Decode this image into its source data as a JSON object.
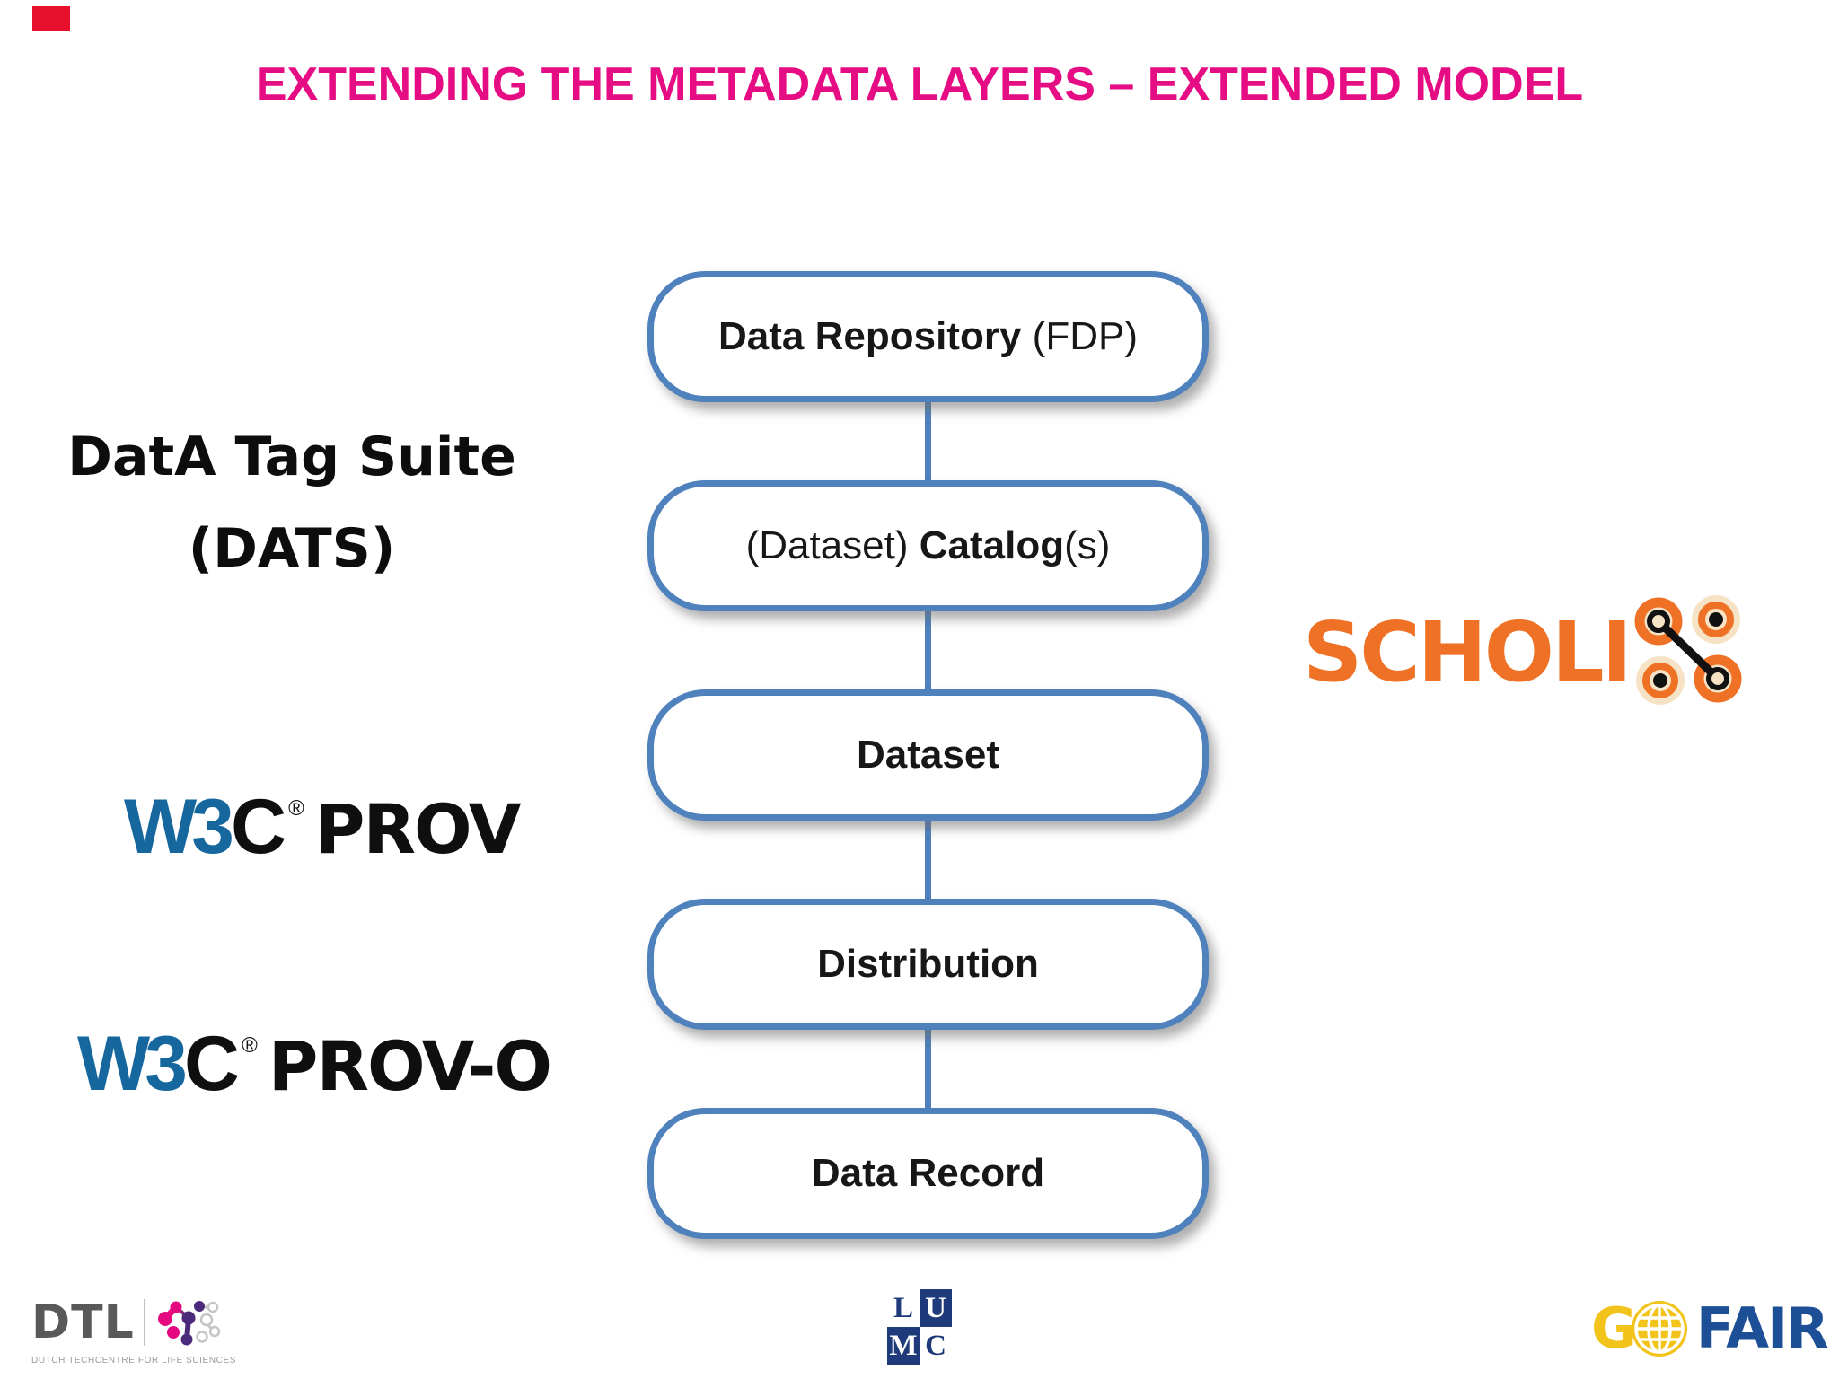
{
  "page": {
    "title": "EXTENDING THE METADATA LAYERS – EXTENDED MODEL",
    "title_color": "#e60c84",
    "background": "#ffffff"
  },
  "marker": {
    "color": "#e8112d"
  },
  "diagram": {
    "accent_blue": "#4f81bd",
    "box_fill": "#ffffff",
    "text_color": "#171717",
    "boxes": [
      {
        "pre": "",
        "bold": "Data Repository",
        "post": " (FDP)"
      },
      {
        "pre": "(Dataset) ",
        "bold": "Catalog",
        "post": "(s)"
      },
      {
        "pre": "",
        "bold": "Dataset",
        "post": ""
      },
      {
        "pre": "",
        "bold": "Distribution",
        "post": ""
      },
      {
        "pre": "",
        "bold": "Data Record",
        "post": ""
      }
    ]
  },
  "annotations": {
    "dats": {
      "line1": "DatA Tag Suite",
      "line2": "(DATS)"
    },
    "w3c_prov": {
      "w3": "W3",
      "c": "C",
      "reg": "®",
      "label": "PROV",
      "w3_color": "#15679e",
      "text_color": "#0f0f0f"
    },
    "w3c_prov_o": {
      "w3": "W3",
      "c": "C",
      "reg": "®",
      "label": "PROV-O"
    },
    "scholix": {
      "text": "SCHOLI",
      "x_icon": "scholix-x-link-icon",
      "orange": "#ee7125",
      "cream": "#f6e3c5",
      "black": "#111111"
    }
  },
  "footer": {
    "dtl": {
      "name": "DTL",
      "tagline": "DUTCH TECHCENTRE FOR LIFE SCIENCES",
      "gray": "#58595b",
      "magenta": "#e5097f",
      "purple": "#4b2a7b",
      "light_gray": "#c3c5c7"
    },
    "lumc": {
      "l": "L",
      "u": "U",
      "m": "M",
      "c": "C",
      "navy": "#1e3a7a"
    },
    "gofair": {
      "g": "G",
      "fair": "FAIR",
      "globe": "globe-icon",
      "yellow": "#f2c31b",
      "blue": "#1d4f96"
    }
  }
}
